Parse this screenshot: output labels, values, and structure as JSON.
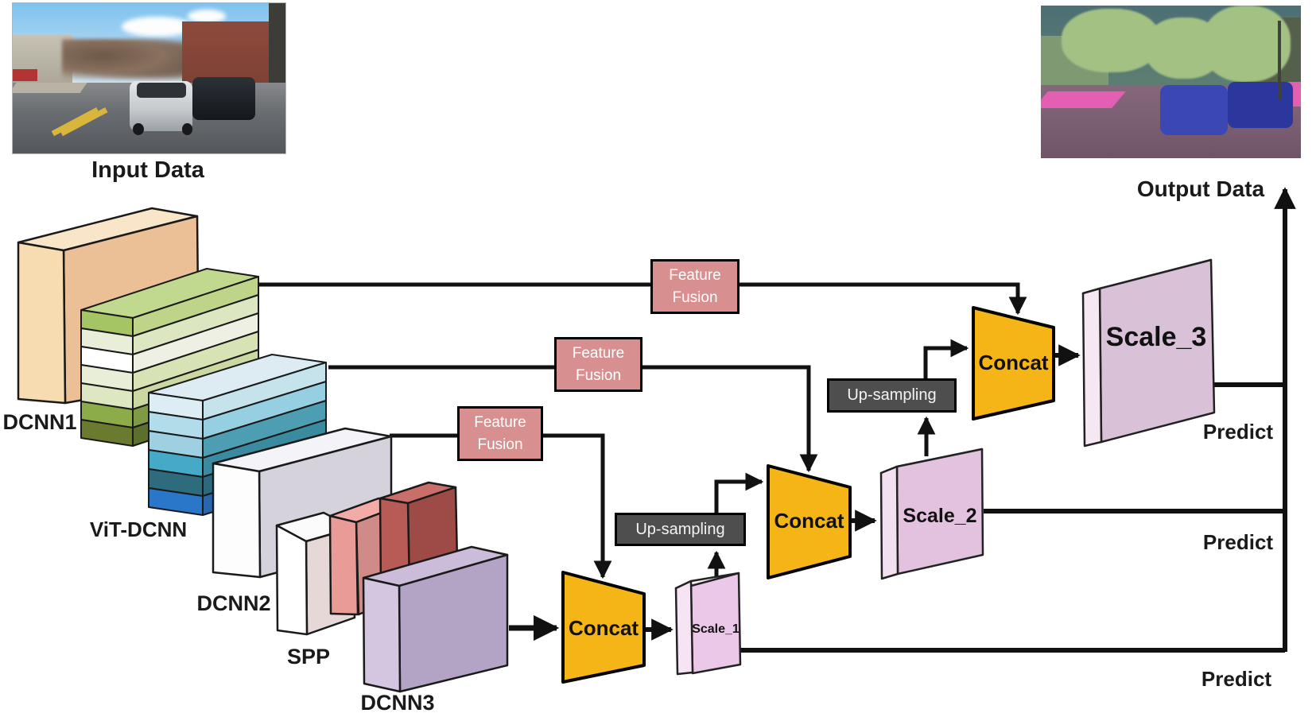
{
  "figure": {
    "input_label": "Input Data",
    "output_label": "Output Data"
  },
  "backbones": {
    "dcnn1": "DCNN1",
    "vit_dcnn": "ViT-DCNN",
    "dcnn2": "DCNN2",
    "spp": "SPP",
    "dcnn3": "DCNN3"
  },
  "ops": {
    "feature_fusion_line1": "Feature",
    "feature_fusion_line2": "Fusion",
    "up_sampling": "Up-sampling",
    "concat": "Concat"
  },
  "outputs": {
    "scale_1": "Scale_1",
    "scale_2": "Scale_2",
    "scale_3": "Scale_3",
    "predict": "Predict"
  },
  "colors": {
    "connector": "#111111",
    "concat_yellow": "#f5b517",
    "feature_fusion_pink": "#d7908f",
    "up_sampling_gray": "#4f4e4e",
    "scale_pink_main": "#e3c2e0",
    "dcnn1_orange": "#ecc097",
    "dcnn2_gray": "#d5d2db",
    "dcnn3_purple": "#b3a3c4",
    "spp_red": "#9e4b48",
    "spp_salmon": "#d08b88",
    "green_stack_top": "#a5c464",
    "blue_stack_bottom": "#2a76c8"
  }
}
